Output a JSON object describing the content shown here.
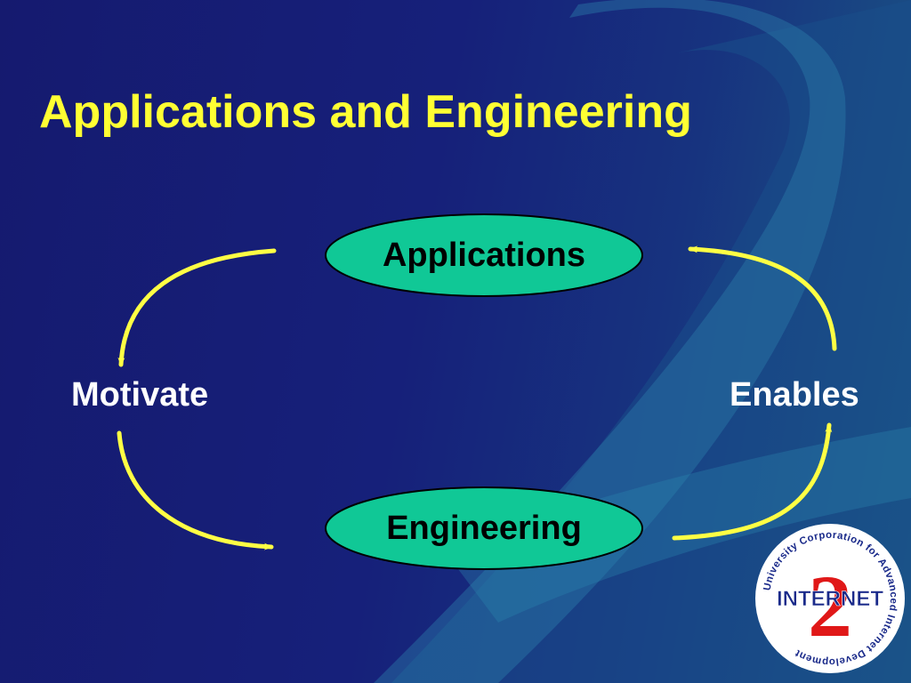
{
  "slide": {
    "title": "Applications and Engineering",
    "colors": {
      "title": "#ffff33",
      "node_fill": "#10c896",
      "arrow": "#ffff44",
      "side_text": "#ffffff"
    }
  },
  "diagram": {
    "nodes": [
      {
        "id": "applications",
        "label": "Applications"
      },
      {
        "id": "engineering",
        "label": "Engineering"
      }
    ],
    "relations": [
      {
        "label": "Motivate",
        "from": "applications",
        "to": "engineering"
      },
      {
        "label": "Enables",
        "from": "engineering",
        "to": "applications"
      }
    ]
  },
  "logo": {
    "ring_text": "University Corporation for Advanced Internet Development",
    "center_text": "INTERNET",
    "center_numeral": "2",
    "icon": "internet2-logo-icon"
  }
}
